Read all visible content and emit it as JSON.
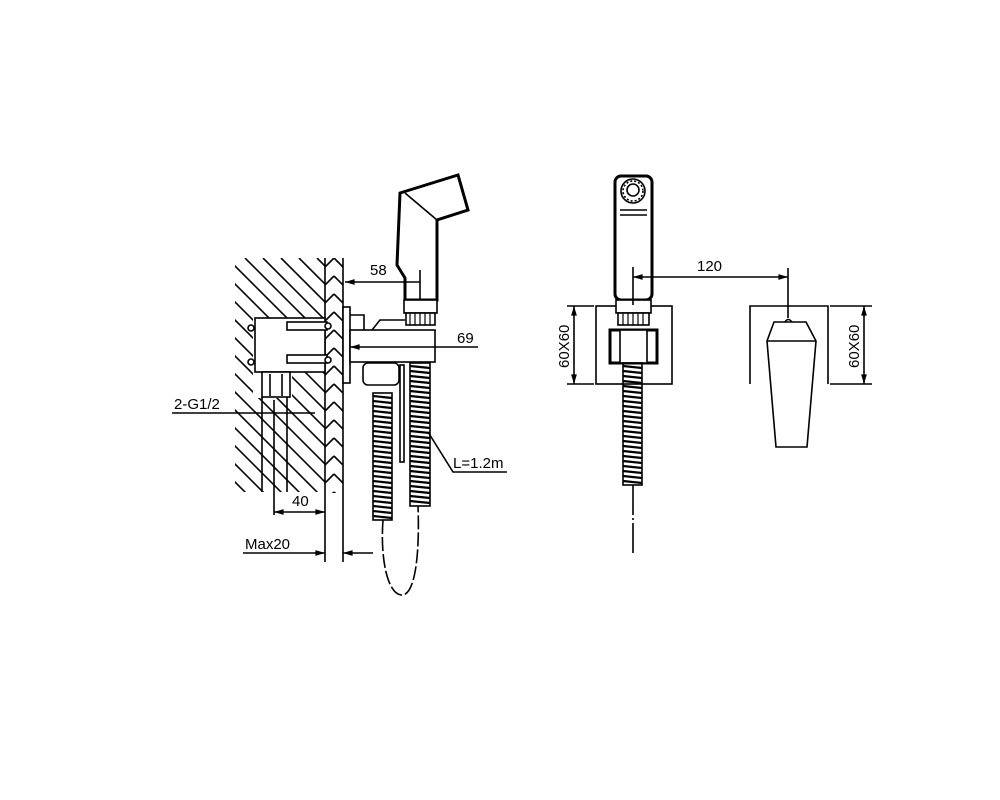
{
  "side_view": {
    "dim_depth_head": "58",
    "dim_depth_body": "69",
    "thread_label": "2-G1/2",
    "dim_pipe": "40",
    "dim_wall_finish": "Max20",
    "hose_length": "L=1.2m"
  },
  "front_view": {
    "dim_spacing": "120",
    "plate_size_left": "60X60",
    "plate_size_right": "60X60"
  }
}
